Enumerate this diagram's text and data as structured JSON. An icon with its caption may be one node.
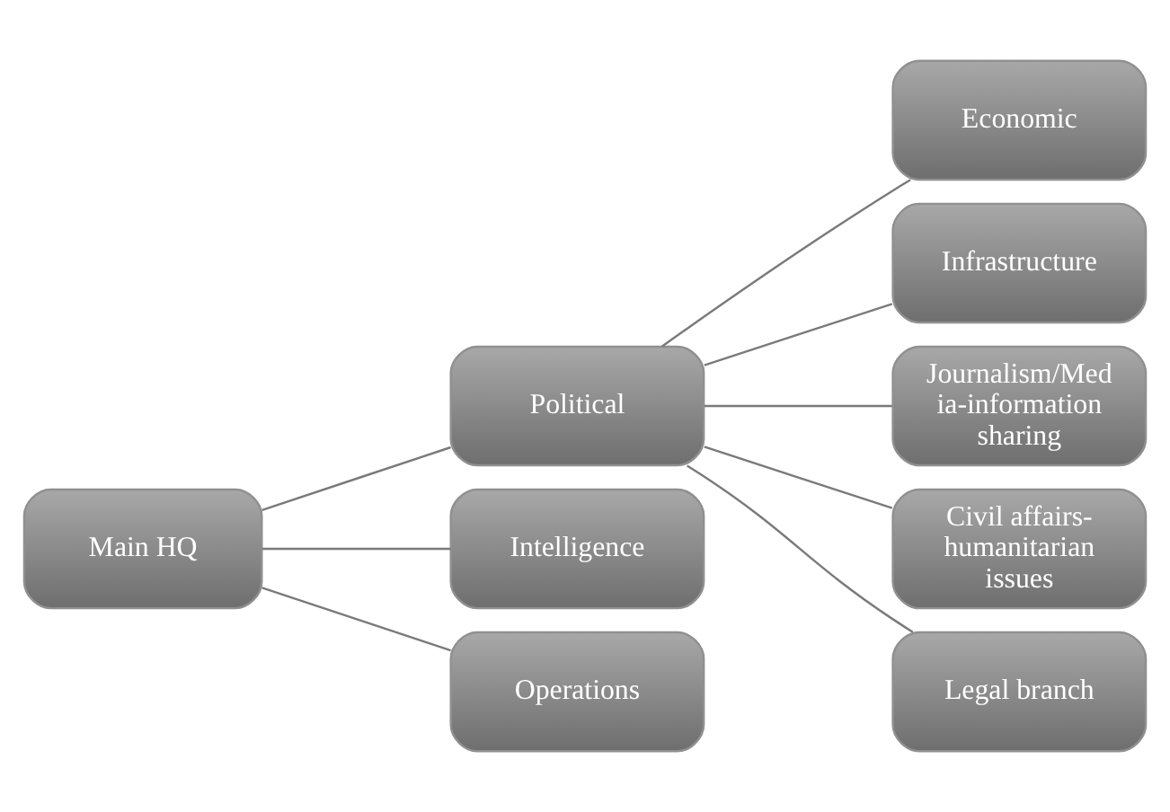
{
  "diagram": {
    "nodes": [
      {
        "text": [
          "Main HQ"
        ]
      },
      {
        "text": [
          "Political"
        ]
      },
      {
        "text": [
          "Intelligence"
        ]
      },
      {
        "text": [
          "Operations"
        ]
      },
      {
        "text": [
          "Economic"
        ]
      },
      {
        "text": [
          "Infrastructure"
        ]
      },
      {
        "text": [
          "Journalism/Med ia-information sharing"
        ]
      },
      {
        "text": [
          "Civil affairs- humanitarian issues"
        ]
      },
      {
        "text": [
          "Legal branch"
        ]
      }
    ],
    "edges": [
      {
        "from": 0,
        "to": 1,
        "arrow": "none"
      },
      {
        "from": 0,
        "to": 2,
        "arrow": "none"
      },
      {
        "from": 0,
        "to": 3,
        "arrow": "none"
      },
      {
        "from": 1,
        "to": 4,
        "arrow": "none"
      },
      {
        "from": 1,
        "to": 5,
        "arrow": "none"
      },
      {
        "from": 1,
        "to": 6,
        "arrow": "none"
      },
      {
        "from": 1,
        "to": 7,
        "arrow": "none"
      },
      {
        "from": 1,
        "to": 8,
        "arrow": "none"
      }
    ]
  }
}
